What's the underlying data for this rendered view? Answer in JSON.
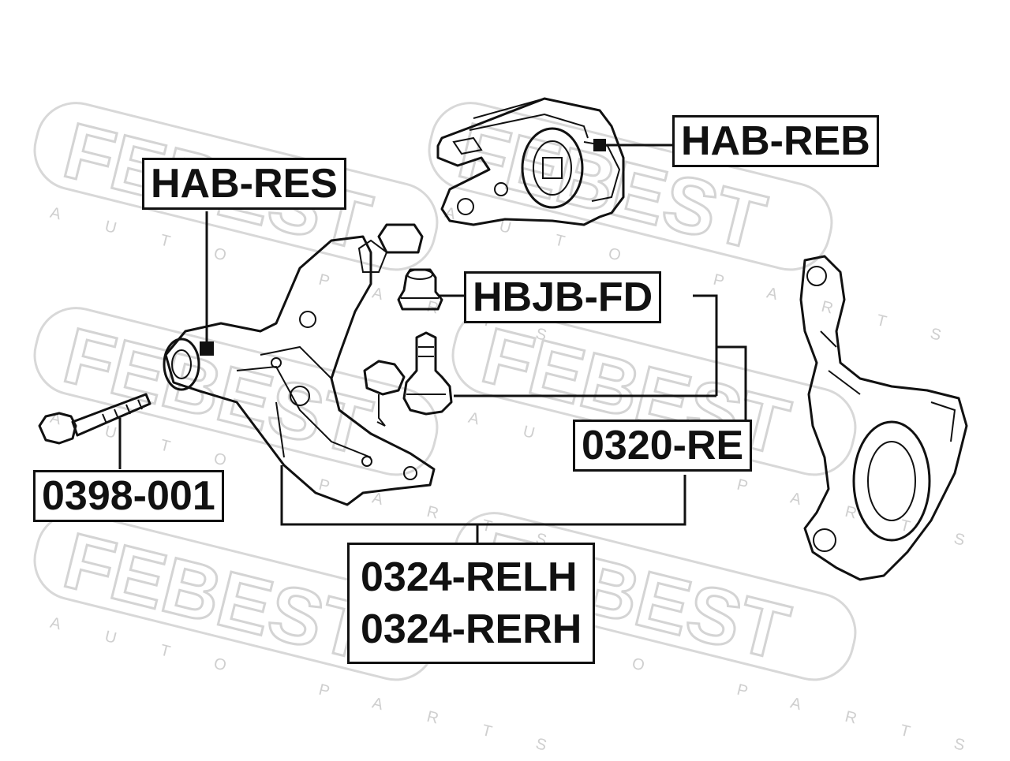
{
  "watermark": {
    "brand": "FEBEST",
    "sub": "AUTO PARTS"
  },
  "labels": {
    "hab_reb": "HAB-REB",
    "hab_res": "HAB-RES",
    "hbjb_fd": "HBJB-FD",
    "re_0320": "0320-RE",
    "bolt_0398": "0398-001",
    "arm_lh": "0324-RELH",
    "arm_rh": "0324-RERH"
  }
}
